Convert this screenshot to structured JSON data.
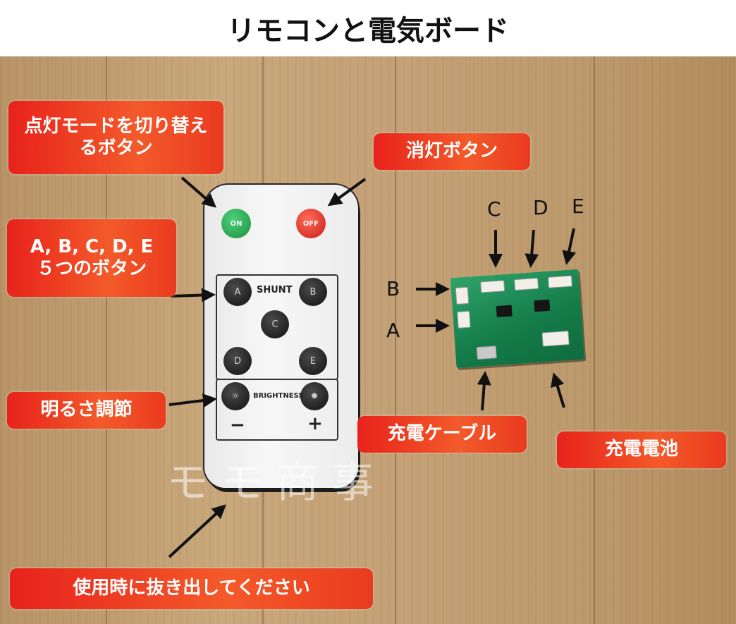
{
  "title": "リモコンと電気ボード",
  "remote": {
    "on": "ON",
    "off": "OFF",
    "shunt": "SHUNT",
    "brightness": "BRIGHTNESS",
    "minus": "−",
    "plus": "+",
    "a": "A",
    "b": "B",
    "c": "C",
    "d": "D",
    "e": "E"
  },
  "labels": {
    "mode_switch": "点灯モードを切り替えるボタン",
    "off_button": "消灯ボタン",
    "abcde_line1": "A, B, C, D, E",
    "abcde_line2": "５つのボタン",
    "brightness": "明るさ調節",
    "charge_cable": "充電ケーブル",
    "battery": "充電電池",
    "pull_out": "使用時に抜き出してください"
  },
  "board_letters": {
    "a": "A",
    "b": "B",
    "c": "C",
    "d": "D",
    "e": "E"
  },
  "watermark": "モモ商事",
  "colors": {
    "label_bg": "#e8221b",
    "label_text": "#ffffff",
    "on": "#1d8f3f",
    "off": "#c81f15"
  }
}
